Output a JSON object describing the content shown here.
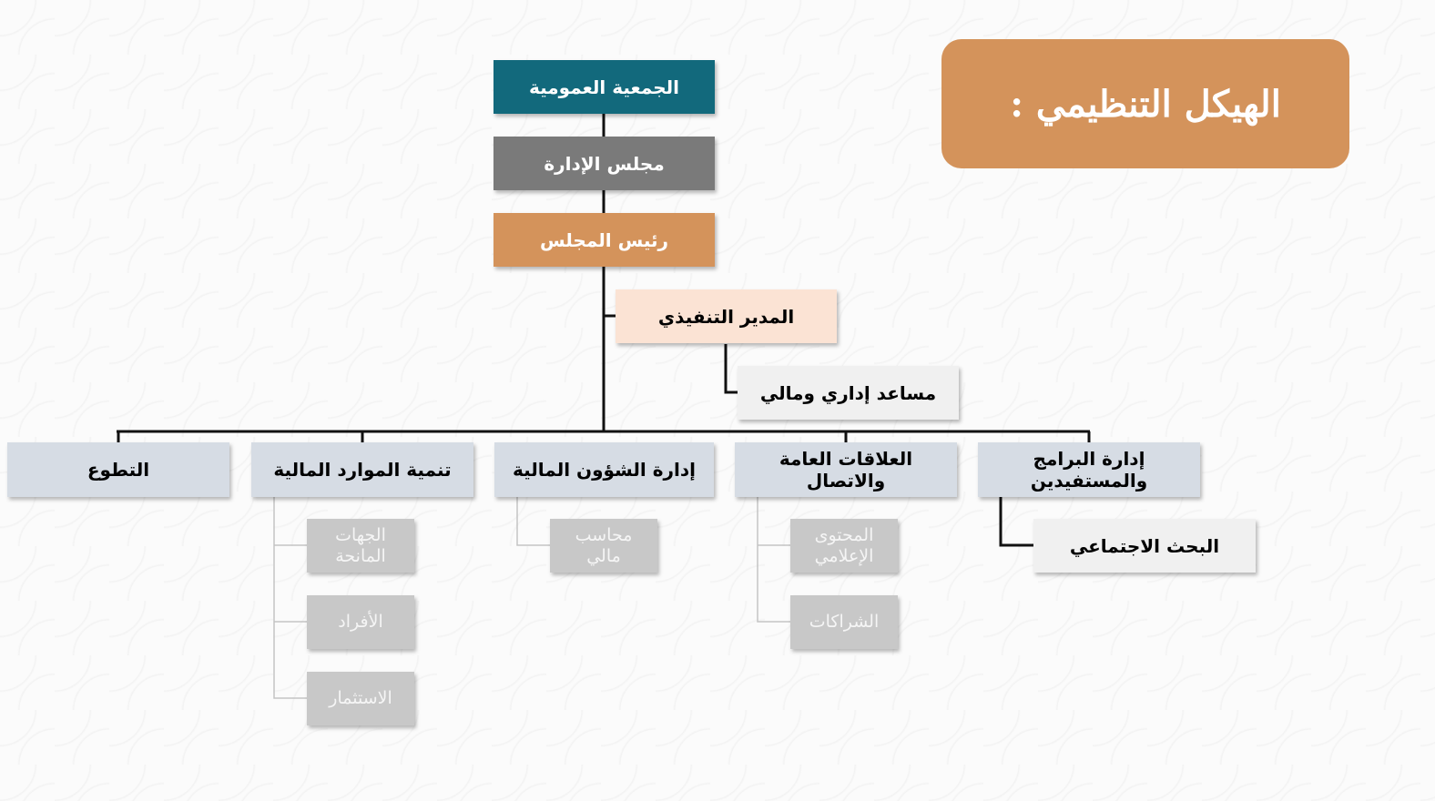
{
  "title": "الهيكل التنظيمي :",
  "colors": {
    "teal": "#12697c",
    "gray": "#7a7a7a",
    "orange": "#d4935b",
    "peach": "#fbe3d4",
    "light": "#f0f0f0",
    "blue": "#d6dce4",
    "sub": "#c8c8c8"
  },
  "hierarchy": {
    "general_assembly": "الجمعية العمومية",
    "board": "مجلس الإدارة",
    "board_chair": "رئيس المجلس",
    "executive_director": "المدير التنفيذي",
    "admin_finance_assistant": "مساعد إداري ومالي"
  },
  "departments": {
    "programs": {
      "label": "إدارة البرامج والمستفيدين",
      "children": [
        "البحث الاجتماعي"
      ]
    },
    "public_relations": {
      "label": "العلاقات العامة والاتصال",
      "children": [
        "المحتوى الإعلامي",
        "الشراكات"
      ]
    },
    "financial_affairs": {
      "label": "إدارة الشؤون المالية",
      "children": [
        "محاسب مالي"
      ]
    },
    "resource_development": {
      "label": "تنمية الموارد المالية",
      "children": [
        "الجهات المانحة",
        "الأفراد",
        "الاستثمار"
      ]
    },
    "volunteering": {
      "label": "التطوع"
    }
  }
}
